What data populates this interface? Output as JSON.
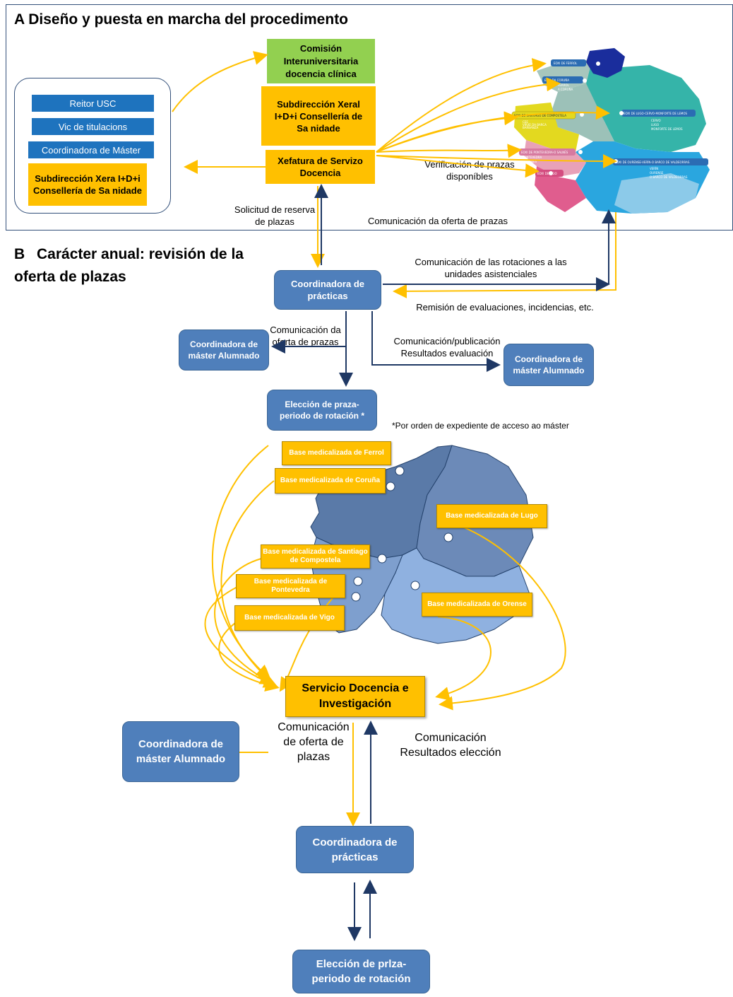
{
  "sectionA": {
    "title": "A Diseño y puesta en marcha del procedimento",
    "panel_items": [
      "Reitor USC",
      "Vic de titulacions",
      "Coordinadora de Máster"
    ],
    "panel_orange": "Subdirección Xera I+D+i Consellería de Sa nidade",
    "comision": "Comisión Interuniversitaria docencia clínica",
    "subdireccion": "Subdirección Xeral I+D+i Consellería de Sa nidade",
    "xefatura": "Xefatura de Servizo Docencia",
    "verificacion": "Verificación de prazas disponíbles",
    "solicitud": "Solicitud de reserva de plazas",
    "comunicacion_oferta": "Comunicación da oferta de prazas",
    "map_labels": [
      "EOXI DE FERROL",
      "EOXI DA CORUÑA",
      "EOXI DE SANTIAGO DE COMPOSTELA",
      "EOXI DE LUGO-CERVO-MONFORTE DE LEMOS",
      "EOXI DE PONTEVEDRA-O SALNÉS",
      "EOXI DE OURENSE-VERÍN-O BARCO DE VALDEORRAS",
      "EOXI DE VIGO"
    ],
    "map_sublabels": [
      "CERVO",
      "LUGO",
      "MONFORTE DE LEMOS",
      "BARBANZA",
      "PONTEVEDRA",
      "O SALNÉS",
      "VERÍN",
      "OURENSE",
      "O BARCO DE VALDEORRAS",
      "FERROL",
      "A CORUÑA",
      "CEE",
      "VIRXE DA BARCA"
    ],
    "colors": {
      "ferrol": "#1a2d9c",
      "coruna": "#9cc1b8",
      "santiago": "#e3d91f",
      "lugo": "#35b4a9",
      "pontevedra": "#e8a1b8",
      "ourense": "#2aa6df",
      "vigo": "#e05d8e"
    }
  },
  "sectionB": {
    "label": "B",
    "title": "Carácter anual: revisión de la oferta de plazas",
    "coord_practicas": "Coordinadora de prácticas",
    "rotaciones": "Comunicación de las rotaciones a las unidades asistenciales",
    "remision": "Remisión de evaluaciones, incidencias, etc.",
    "coord_master_left": "Coordinadora de máster Alumnado",
    "comunicacion_oferta_left": "Comunicación da oferta de prazas",
    "comunicacion_pub": "Comunicación/publicación Resultados evaluación",
    "coord_master_right": "Coordinadora de máster Alumnado",
    "eleccion": "Elección de praza-periodo de rotación *",
    "nota": "*Por orden de expediente de acceso ao máster",
    "bases": [
      "Base medicalizada de Ferrol",
      "Base medicalizada de Coruña",
      "Base medicalizada de Lugo",
      "Base medicalizada de Santiago de Compostela",
      "Base medicalizada de Pontevedra",
      "Base medicalizada de Orense",
      "Base medicalizada de Vigo"
    ],
    "servicio": "Servicio Docencia e Investigación",
    "coord_master_bottom": "Coordinadora de máster Alumnado",
    "comunicacion_oferta_bottom": "Comunicación de oferta de plazas",
    "comunicacion_resultados": "Comunicación Resultados elección",
    "coord_practicas_bottom": "Coordinadora de prácticas",
    "eleccion_bottom": "Elección de prlza-periodo de rotación"
  }
}
